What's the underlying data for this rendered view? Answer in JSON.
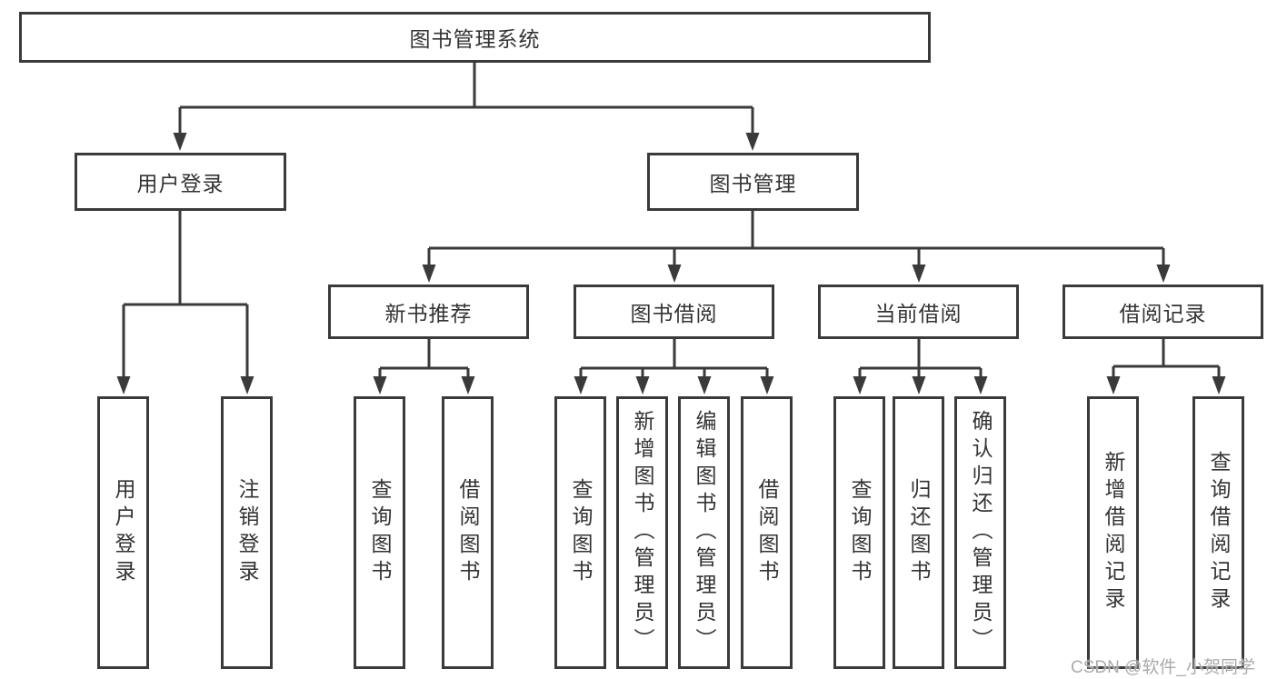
{
  "colors": {
    "line": "#3a3a3a",
    "box_border": "#3a3a3a",
    "text": "#333333",
    "background": "#ffffff",
    "watermark": "#aaabae"
  },
  "watermark": "CSDN @软件_小贺同学",
  "tree": {
    "label": "图书管理系统",
    "children": [
      {
        "label": "用户登录",
        "children": [
          {
            "label": "用户登录"
          },
          {
            "label": "注销登录"
          }
        ]
      },
      {
        "label": "图书管理",
        "children": [
          {
            "label": "新书推荐",
            "children": [
              {
                "label": "查询图书"
              },
              {
                "label": "借阅图书"
              }
            ]
          },
          {
            "label": "图书借阅",
            "children": [
              {
                "label": "查询图书"
              },
              {
                "label": "新增图书（管理员）"
              },
              {
                "label": "编辑图书（管理员）"
              },
              {
                "label": "借阅图书"
              }
            ]
          },
          {
            "label": "当前借阅",
            "children": [
              {
                "label": "查询图书"
              },
              {
                "label": "归还图书"
              },
              {
                "label": "确认归还（管理员）"
              }
            ]
          },
          {
            "label": "借阅记录",
            "children": [
              {
                "label": "新增借阅记录"
              },
              {
                "label": "查询借阅记录"
              }
            ]
          }
        ]
      }
    ]
  }
}
